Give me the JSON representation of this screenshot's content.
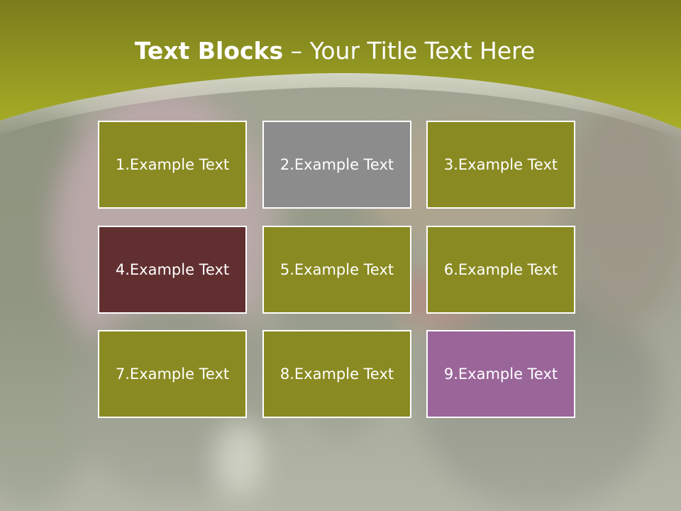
{
  "slide": {
    "title_bold": "Text Blocks",
    "title_separator": " – ",
    "title_rest": "Your Title Text Here",
    "colors": {
      "header_dark": "#7a7c1c",
      "header_light": "#a8ae26",
      "olive_block": "#8a8a22",
      "gray_block": "#8c8c8c",
      "maroon_block": "#622f30",
      "purple_block": "#9a6599",
      "block_border": "#ffffff"
    }
  },
  "blocks": [
    {
      "label": "1.Example Text",
      "color": "#8a8a22"
    },
    {
      "label": "2.Example Text",
      "color": "#8c8c8c"
    },
    {
      "label": "3.Example Text",
      "color": "#8a8a22"
    },
    {
      "label": "4.Example Text",
      "color": "#622f30"
    },
    {
      "label": "5.Example Text",
      "color": "#8a8a22"
    },
    {
      "label": "6.Example Text",
      "color": "#8a8a22"
    },
    {
      "label": "7.Example Text",
      "color": "#8a8a22"
    },
    {
      "label": "8.Example Text",
      "color": "#8a8a22"
    },
    {
      "label": "9.Example Text",
      "color": "#9a6599"
    }
  ]
}
